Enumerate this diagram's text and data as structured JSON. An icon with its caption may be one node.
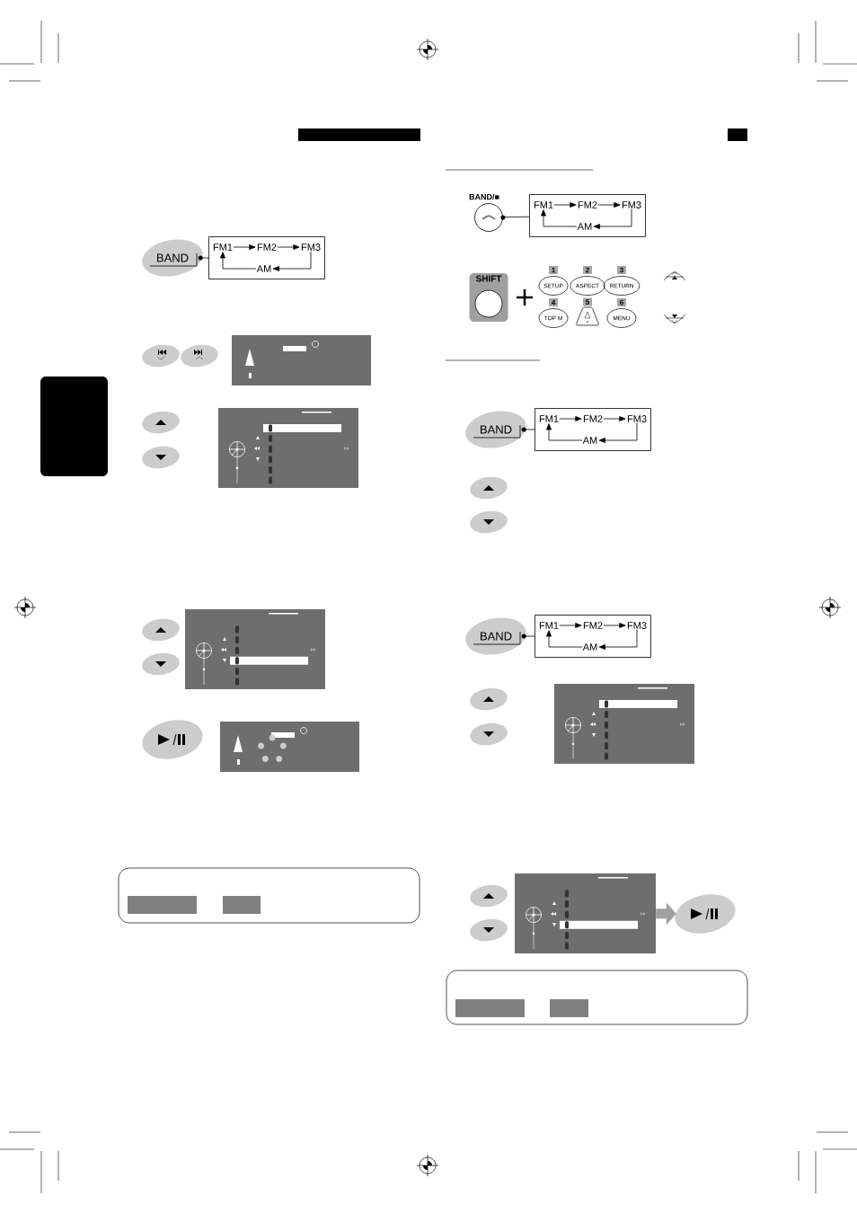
{
  "diagram": {
    "nodes": [
      {
        "text": [
          "BAND"
        ]
      },
      {
        "text": [],
        "shape": "box"
      },
      {
        "text": [
          "FM1"
        ],
        "in": 1
      },
      {
        "text": [
          "FM2"
        ],
        "in": 1
      },
      {
        "text": [
          "FM3"
        ],
        "in": 1
      },
      {
        "text": [
          "AM"
        ],
        "in": 1
      },
      {
        "text": [
          "BAND/■"
        ]
      },
      {
        "text": [],
        "shape": "box"
      },
      {
        "text": [
          "FM1"
        ],
        "in": 7
      },
      {
        "text": [
          "FM2"
        ],
        "in": 7
      },
      {
        "text": [
          "FM3"
        ],
        "in": 7
      },
      {
        "text": [
          "AM"
        ],
        "in": 7
      },
      {
        "text": [
          "SHIFT"
        ]
      },
      {
        "text": [
          "SETUP"
        ],
        "beside": [
          "1"
        ]
      },
      {
        "text": [
          "ASPECT"
        ],
        "beside": [
          "2"
        ]
      },
      {
        "text": [
          "RETURN"
        ],
        "beside": [
          "3"
        ]
      },
      {
        "text": [
          "TOP M"
        ],
        "beside": [
          "4"
        ]
      },
      {
        "text": [],
        "shape": "box",
        "beside": [
          "5"
        ]
      },
      {
        "text": [
          "MENU"
        ],
        "beside": [
          "6"
        ]
      },
      {
        "text": [
          "BAND"
        ]
      },
      {
        "text": [],
        "shape": "box"
      },
      {
        "text": [
          "FM1"
        ],
        "in": 20
      },
      {
        "text": [
          "FM2"
        ],
        "in": 20
      },
      {
        "text": [
          "FM3"
        ],
        "in": 20
      },
      {
        "text": [
          "AM"
        ],
        "in": 20
      },
      {
        "text": [
          "BAND"
        ]
      },
      {
        "text": [],
        "shape": "box"
      },
      {
        "text": [
          "FM1"
        ],
        "in": 26
      },
      {
        "text": [
          "FM2"
        ],
        "in": 26
      },
      {
        "text": [
          "FM3"
        ],
        "in": 26
      },
      {
        "text": [
          "AM"
        ],
        "in": 26
      },
      {
        "text": [],
        "shape": "picture"
      },
      {
        "text": [],
        "shape": "circle"
      },
      {
        "text": [],
        "shape": "box"
      },
      {
        "text": [],
        "shape": "circle"
      }
    ],
    "edges": [
      {
        "from": 0,
        "to": 1,
        "arrow": "none"
      },
      {
        "from": 2,
        "to": 3,
        "arrow": "to"
      },
      {
        "from": 3,
        "to": 4,
        "arrow": "to"
      },
      {
        "from": 4,
        "to": 5,
        "arrow": "to"
      },
      {
        "from": 5,
        "to": 2,
        "arrow": "to"
      },
      {
        "from": 6,
        "to": 7,
        "arrow": "none"
      },
      {
        "from": 8,
        "to": 9,
        "arrow": "to"
      },
      {
        "from": 9,
        "to": 10,
        "arrow": "to"
      },
      {
        "from": 10,
        "to": 11,
        "arrow": "to"
      },
      {
        "from": 11,
        "to": 8,
        "arrow": "to"
      },
      {
        "from": 19,
        "to": 20,
        "arrow": "none"
      },
      {
        "from": 21,
        "to": 22,
        "arrow": "to"
      },
      {
        "from": 22,
        "to": 23,
        "arrow": "to"
      },
      {
        "from": 23,
        "to": 24,
        "arrow": "to"
      },
      {
        "from": 24,
        "to": 21,
        "arrow": "to"
      },
      {
        "from": 25,
        "to": 26,
        "arrow": "none"
      },
      {
        "from": 27,
        "to": 28,
        "arrow": "to"
      },
      {
        "from": 28,
        "to": 29,
        "arrow": "to"
      },
      {
        "from": 29,
        "to": 30,
        "arrow": "to"
      },
      {
        "from": 30,
        "to": 27,
        "arrow": "to"
      },
      {
        "from": 31,
        "to": 32,
        "arrow": "to",
        "style": "thick",
        "color": "#a0a0a0"
      }
    ]
  }
}
